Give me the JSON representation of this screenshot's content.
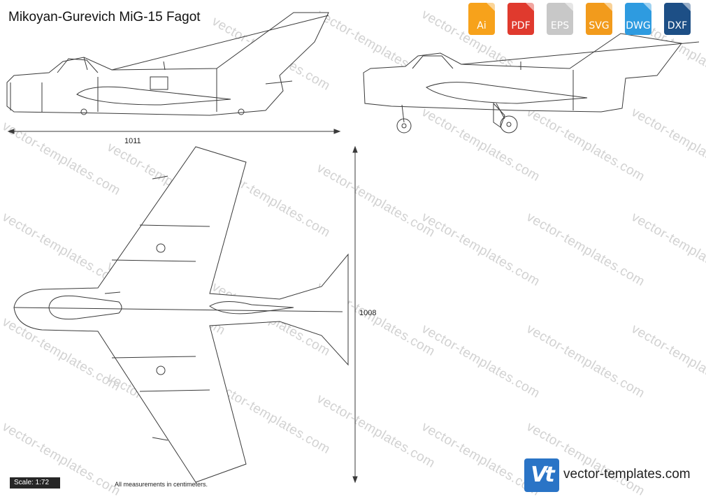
{
  "title": "Mikoyan-Gurevich MiG-15 Fagot",
  "formats": [
    {
      "label": "Ai",
      "color": "#f7a21b"
    },
    {
      "label": "PDF",
      "color": "#e03a2e"
    },
    {
      "label": "EPS",
      "color": "#c8c8c8"
    },
    {
      "label": "SVG",
      "color": "#f29b1c"
    },
    {
      "label": "DWG",
      "color": "#2e9be0"
    },
    {
      "label": "DXF",
      "color": "#1d4f86"
    }
  ],
  "watermark": "vector-templates.com",
  "dimensions": {
    "length": "1011",
    "wingspan": "1008"
  },
  "scale": "Scale: 1:72",
  "note": "All measurements in centimeters.",
  "brand": {
    "logo": "Vt",
    "site": "vector-templates.com"
  }
}
